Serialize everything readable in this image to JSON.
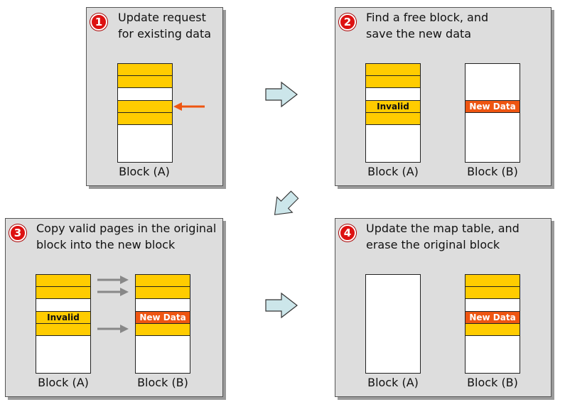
{
  "steps": [
    {
      "number": "1",
      "line1": "Update request",
      "line2": "for existing data"
    },
    {
      "number": "2",
      "line1": "Find a free block, and",
      "line2": "save the new data"
    },
    {
      "number": "3",
      "line1": "Copy valid pages in the original",
      "line2": "block into the new block"
    },
    {
      "number": "4",
      "line1": "Update the map table, and",
      "line2": "erase the original block"
    }
  ],
  "labels": {
    "block_a": "Block (A)",
    "block_b": "Block (B)",
    "invalid": "Invalid",
    "new_data": "New Data"
  },
  "colors": {
    "valid_page": "#ffcc00",
    "new_data_page": "#ee5511",
    "update_arrow": "#ee5511",
    "copy_arrow": "#888888",
    "flow_arrow": "#cce6ea",
    "badge": "#dd1111"
  },
  "icons": [
    "flow-arrow-icon",
    "update-arrow-icon",
    "copy-arrow-icon"
  ]
}
